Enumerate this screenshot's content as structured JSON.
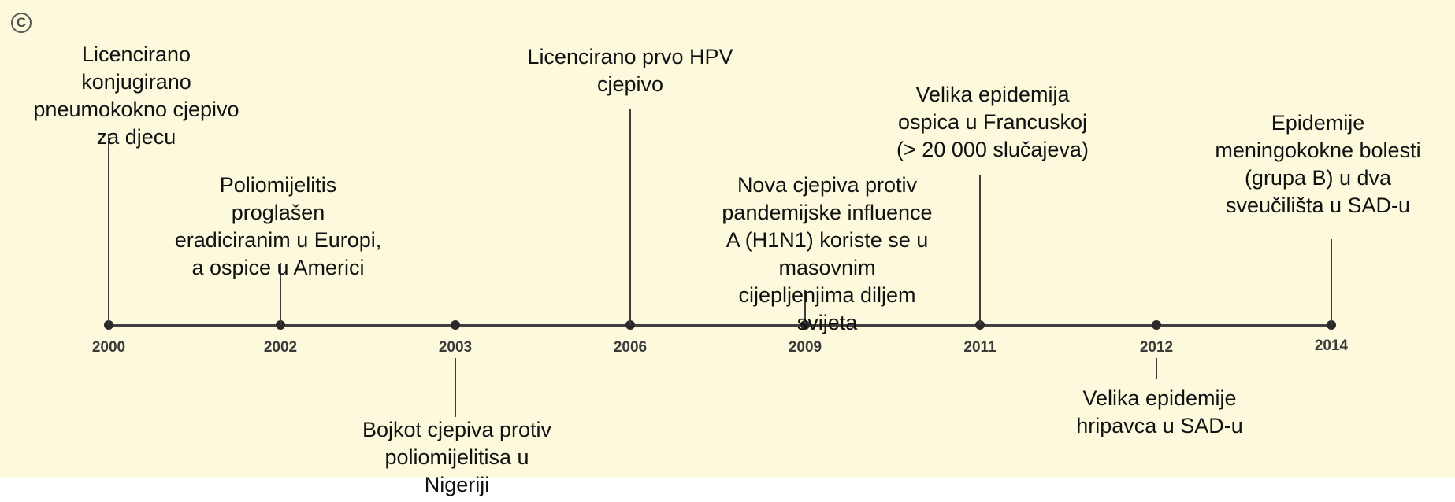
{
  "badge": "C",
  "years": [
    "2000",
    "2002",
    "2003",
    "2006",
    "2009",
    "2011",
    "2012",
    "2014"
  ],
  "events": {
    "e2000": "Licencirano\nkonjugirano\npneumokokno cjepivo\nza djecu",
    "e2002": "Poliomijelitis\nproglašen\neradiciranim u Europi,\na ospice u Americi",
    "e2003": "Bojkot cjepiva protiv\npoliomijelitisa u\nNigeriji",
    "e2006": "Licencirano prvo HPV\ncjepivo",
    "e2009": "Nova cjepiva protiv\npandemijske influence\nA (H1N1) koriste se u\nmasovnim\ncijepljenjima diljem\nsvijeta",
    "e2011": "Velika epidemija\nospica u Francuskoj\n(> 20 000 slučajeva)",
    "e2012": "Velika epidemije\nhripavca u SAD-u",
    "e2014": "Epidemije\nmeningokokne bolesti\n(grupa B) u dva\nsveučilišta u SAD-u"
  }
}
